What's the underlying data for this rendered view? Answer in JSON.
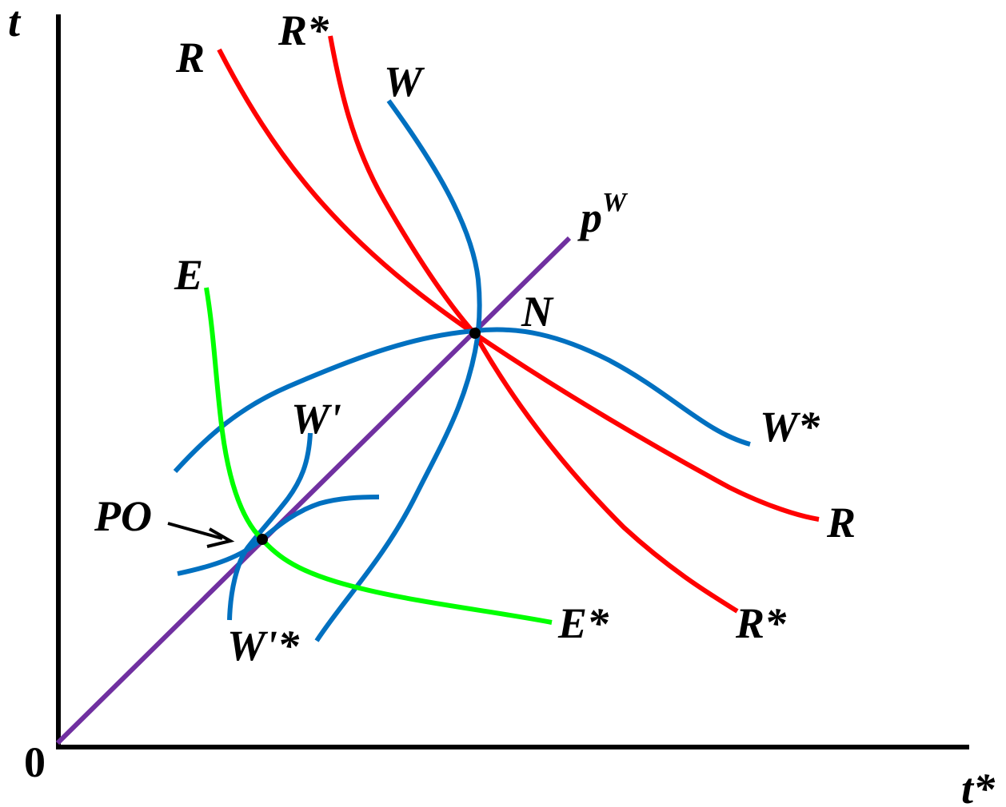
{
  "axes": {
    "y_label": "t",
    "x_label": "t*",
    "origin_label": "0"
  },
  "curves": {
    "R": {
      "label_top": "R",
      "label_bottom": "R"
    },
    "R_star": {
      "label_top": "R*",
      "label_bottom": "R*"
    },
    "W": {
      "label": "W"
    },
    "W_star": {
      "label": "W*"
    },
    "W_prime": {
      "label": "W'"
    },
    "W_prime_star": {
      "label": "W'*"
    },
    "E": {
      "label_top": "E",
      "label_bottom": "E*"
    },
    "pW": {
      "label_base": "p",
      "label_sup": "W"
    }
  },
  "points": {
    "N": {
      "label": "N"
    },
    "PO": {
      "label": "PO"
    }
  },
  "colors": {
    "R": "#ff0000",
    "W": "#0070c0",
    "E": "#00ff00",
    "pW": "#7030a0",
    "axis": "#000000"
  }
}
